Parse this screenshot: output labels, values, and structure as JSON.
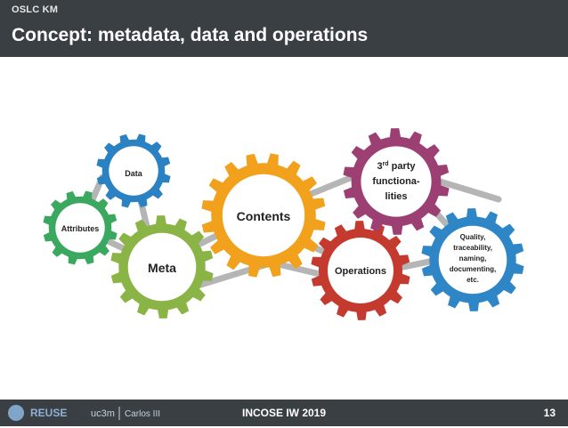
{
  "header": {
    "section": "OSLC KM",
    "title": "Concept: metadata, data and operations"
  },
  "gears": {
    "attributes": "Attributes",
    "data": "Data",
    "meta": "Meta",
    "contents": "Contents",
    "operations": "Operations",
    "third_party": [
      "3rd party",
      "functiona-",
      "lities"
    ],
    "quality": [
      "Quality,",
      "traceability,",
      "naming,",
      "documenting,",
      "etc."
    ]
  },
  "colors": {
    "header_bg": "#3a3f44",
    "attributes": "#3aa95f",
    "data": "#2b82c2",
    "meta": "#8ab446",
    "contents": "#f2a11c",
    "operations": "#c43a2f",
    "third_party": "#9c3f73",
    "quality": "#2f86c6",
    "link": "#b5b5b5"
  },
  "footer": {
    "conference": "INCOSE IW 2019",
    "page_number": "13",
    "logos": [
      "REUSE",
      "uc3m",
      "Carlos III"
    ]
  }
}
